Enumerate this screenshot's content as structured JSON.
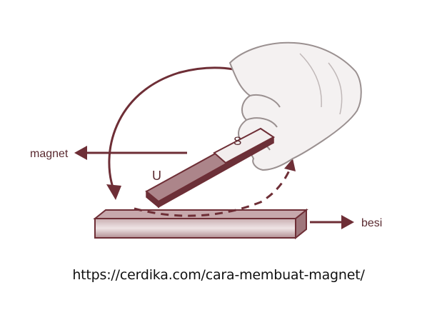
{
  "labels": {
    "magnet": "magnet",
    "besi": "besi",
    "pole_u": "U",
    "pole_s": "S"
  },
  "source_url": "https://cerdika.com/cara-membuat-magnet/",
  "colors": {
    "line": "#6e2e36",
    "bar_fill": "#ac858a",
    "bar_dark": "#6b3038",
    "hand_stroke": "#9a9090",
    "hand_fill": "#f4f1f1"
  }
}
